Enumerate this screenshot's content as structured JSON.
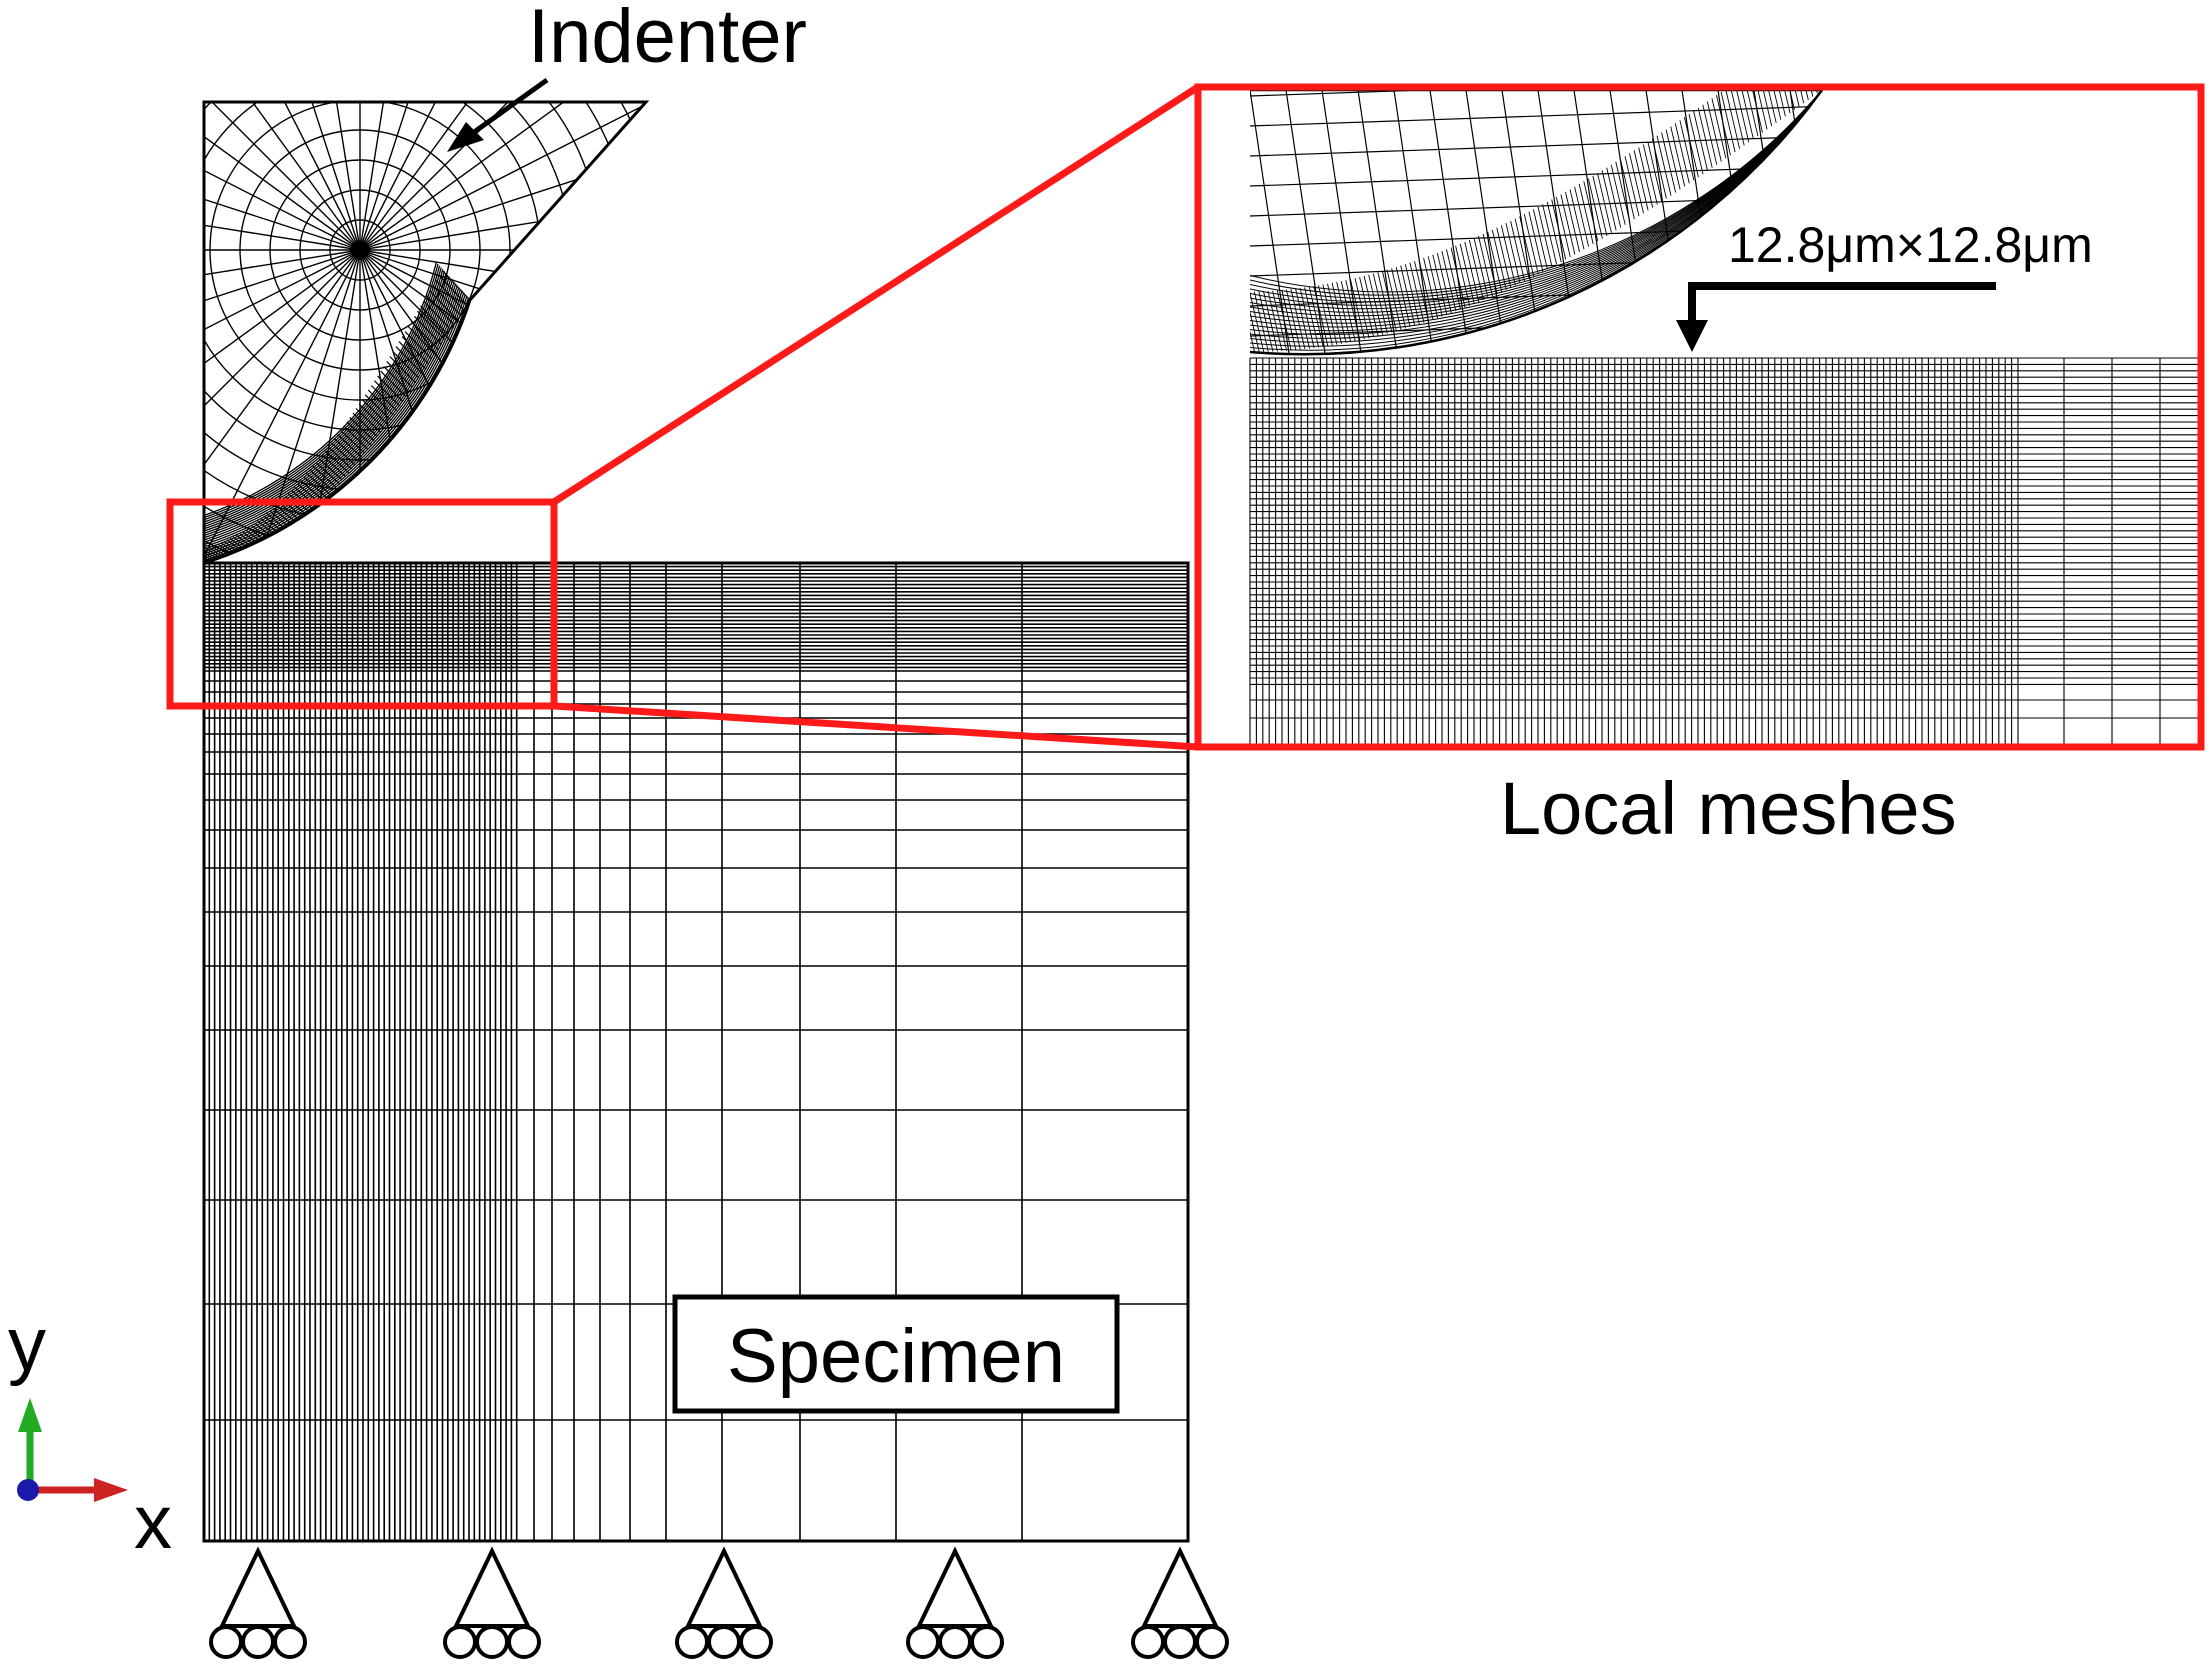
{
  "labels": {
    "indenter": "Indenter",
    "specimen": "Specimen",
    "local_meshes": "Local meshes",
    "element_size": "12.8μm×12.8μm",
    "axis_y": "y",
    "axis_x": "x"
  },
  "colors": {
    "zoom_frame": "#ff1a1a",
    "mesh_line": "#000000",
    "axis_y_arrow": "#22aa22",
    "axis_x_arrow": "#cc2222",
    "axis_origin": "#1a1aaa"
  },
  "icons": {
    "support": "roller-support-icon",
    "axes": "coordinate-triad-icon"
  },
  "support_count": 5
}
